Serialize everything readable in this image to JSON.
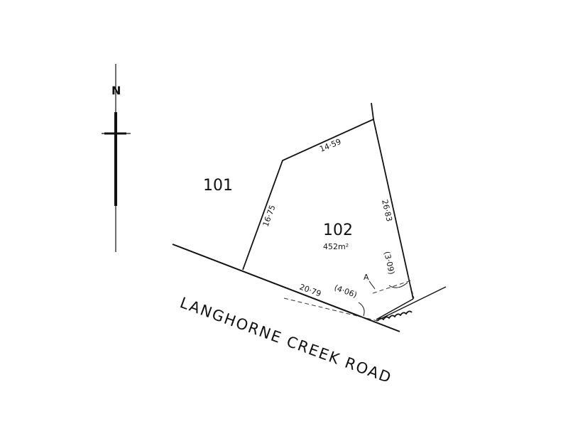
{
  "north": {
    "label": "N"
  },
  "allotments": [
    {
      "number": "101"
    },
    {
      "number": "102",
      "area": "452m²"
    }
  ],
  "dimensions": {
    "top_boundary": "14·59",
    "west_boundary": "16·75",
    "east_boundary": "26·83",
    "road_frontage": "20·79",
    "corner_cut_road": "(4·06)",
    "corner_cut_east": "(3·09)"
  },
  "annotation": {
    "corner_label": "A"
  },
  "road": {
    "name": "LANGHORNE CREEK ROAD"
  }
}
